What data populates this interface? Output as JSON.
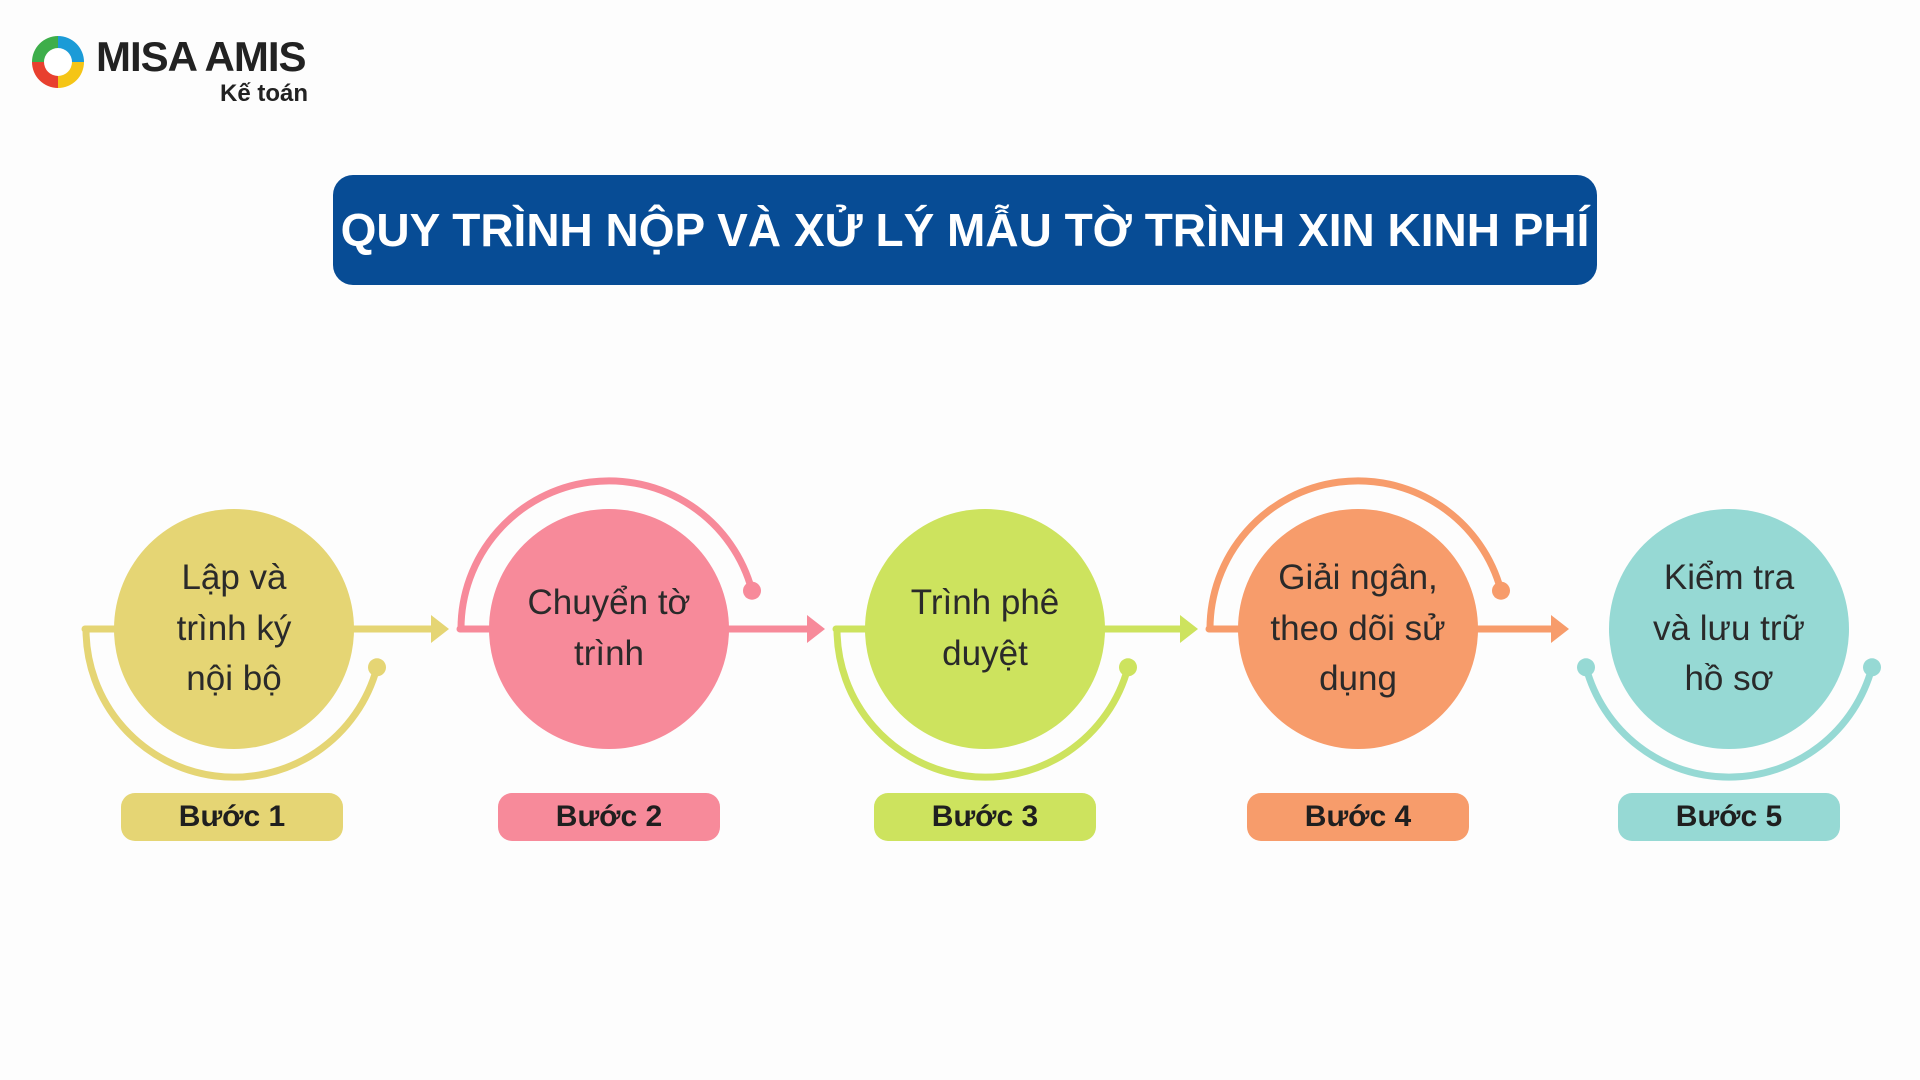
{
  "logo": {
    "brand": "MISA AMIS",
    "sub": "Kế toán"
  },
  "title": "QUY TRÌNH NỘP VÀ XỬ LÝ MẪU TỜ TRÌNH XIN KINH PHÍ",
  "steps": [
    {
      "text": "Lập và\ntrình ký\nnội bộ",
      "label": "Bước 1",
      "color": "#e5d574"
    },
    {
      "text": "Chuyển tờ\ntrình",
      "label": "Bước 2",
      "color": "#f78a9a"
    },
    {
      "text": "Trình  phê\nduyệt",
      "label": "Bước 3",
      "color": "#cde35e"
    },
    {
      "text": "Giải ngân,\ntheo dõi sử\ndụng",
      "label": "Bước 4",
      "color": "#f79c6b"
    },
    {
      "text": "Kiểm tra\nvà lưu trữ\nhồ sơ",
      "label": "Bước 5",
      "color": "#96d9d4"
    }
  ]
}
